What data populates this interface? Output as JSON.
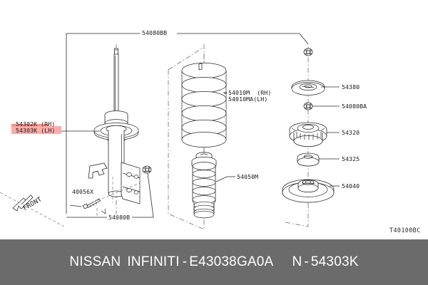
{
  "document": {
    "type": "parts-illustration",
    "footer_code": "T40100BC",
    "orientation_marker": "FRONT"
  },
  "brand_bar": {
    "maker": "NISSAN",
    "marque": "INFINITI",
    "dash": "-",
    "engineering_code": "E43038GA0A",
    "n_prefix": "N",
    "dash2": "-",
    "part_number": "54303K",
    "background": "#6b6b6b",
    "text_color": "#ffffff"
  },
  "highlight": {
    "color": "#ffaba6",
    "thin_color": "#f98d86",
    "selected_part": "54303K"
  },
  "callouts": [
    {
      "id": "strut-assy",
      "name": "strut-assembly-label",
      "lines": [
        "54302K (RH)",
        "54303K (LH)"
      ],
      "highlighted": true
    },
    {
      "id": "bound-bumper-top",
      "name": "upper-bracket-label",
      "lines": [
        "54080BB"
      ],
      "highlighted": false
    },
    {
      "id": "coil-spring",
      "name": "coil-spring-label",
      "lines": [
        "54010M  (RH)",
        "54010MA(LH)"
      ],
      "highlighted": false
    },
    {
      "id": "dust-boot",
      "name": "dust-cover-label",
      "lines": [
        "54050M"
      ],
      "highlighted": false
    },
    {
      "id": "bolt",
      "name": "bolt-label",
      "lines": [
        "40056X"
      ],
      "highlighted": false
    },
    {
      "id": "nut-lower",
      "name": "lower-nut-label",
      "lines": [
        "54080B"
      ],
      "highlighted": false
    },
    {
      "id": "seat-upper",
      "name": "upper-spring-seat-label",
      "lines": [
        "54380"
      ],
      "highlighted": false
    },
    {
      "id": "nut-upper",
      "name": "upper-nut-label",
      "lines": [
        "54080BA"
      ],
      "highlighted": false
    },
    {
      "id": "mount-insulator",
      "name": "strut-mount-label",
      "lines": [
        "54320"
      ],
      "highlighted": false
    },
    {
      "id": "bearing",
      "name": "bearing-label",
      "lines": [
        "54325"
      ],
      "highlighted": false
    },
    {
      "id": "seat-rubber",
      "name": "rubber-seat-label",
      "lines": [
        "54040"
      ],
      "highlighted": false
    }
  ]
}
